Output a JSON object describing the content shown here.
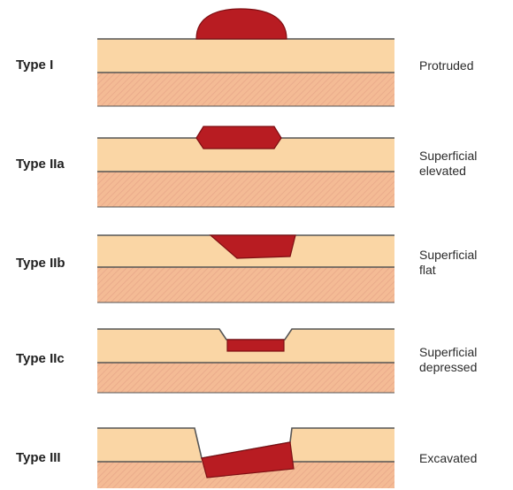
{
  "colors": {
    "mucosa": "#fad6a5",
    "submucosa": "#f4bb95",
    "hatch": "#e8a889",
    "line": "#555555",
    "lesion": "#b81c22",
    "lesion_edge": "#7d0e12"
  },
  "rows": [
    {
      "type": "Type I",
      "description": [
        "Protruded"
      ]
    },
    {
      "type": "Type IIa",
      "description": [
        "Superficial",
        "elevated"
      ]
    },
    {
      "type": "Type IIb",
      "description": [
        "Superficial",
        "flat"
      ]
    },
    {
      "type": "Type IIc",
      "description": [
        "Superficial",
        "depressed"
      ]
    },
    {
      "type": "Type III",
      "description": [
        "Excavated"
      ]
    }
  ]
}
